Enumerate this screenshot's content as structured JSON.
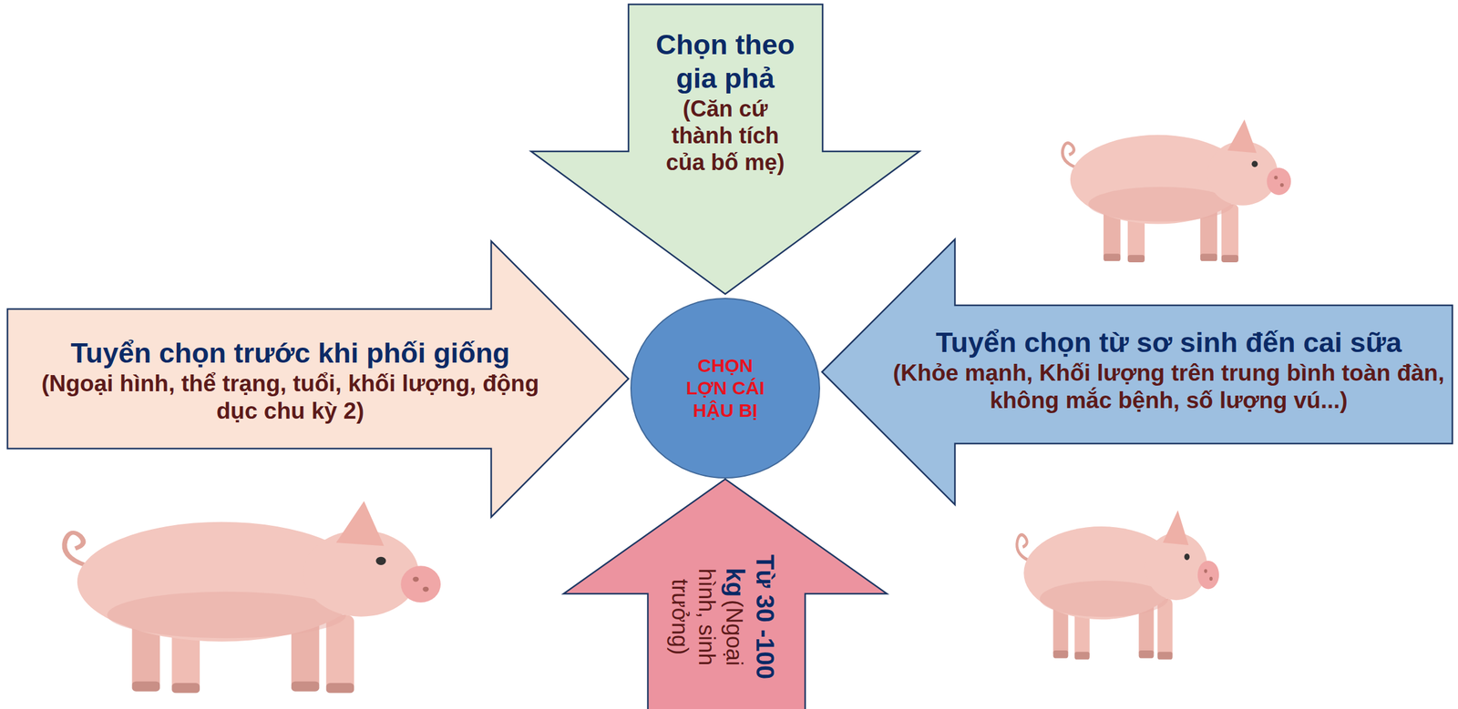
{
  "diagram": {
    "nodes": [
      {
        "text": [
          "Chọn theo gia phả",
          "(Căn cứ thành tích của bố mẹ)"
        ]
      },
      {
        "text": [
          "Tuyển chọn trước khi phối giống",
          "(Ngoại hình, thể trạng, tuổi, khối lượng, động dục chu kỳ 2)"
        ]
      },
      {
        "text": [
          "CHỌN LỢN CÁI HẬU BỊ"
        ]
      },
      {
        "text": [
          "Tuyển chọn từ sơ sinh đến cai sữa",
          "(Khỏe mạnh, Khối lượng trên trung bình toàn đàn, không mắc bệnh, số lượng vú...)"
        ]
      },
      {
        "text": [
          "Từ 30 -100 kg",
          "(Ngoại hình, sinh trưởng)"
        ]
      }
    ]
  }
}
